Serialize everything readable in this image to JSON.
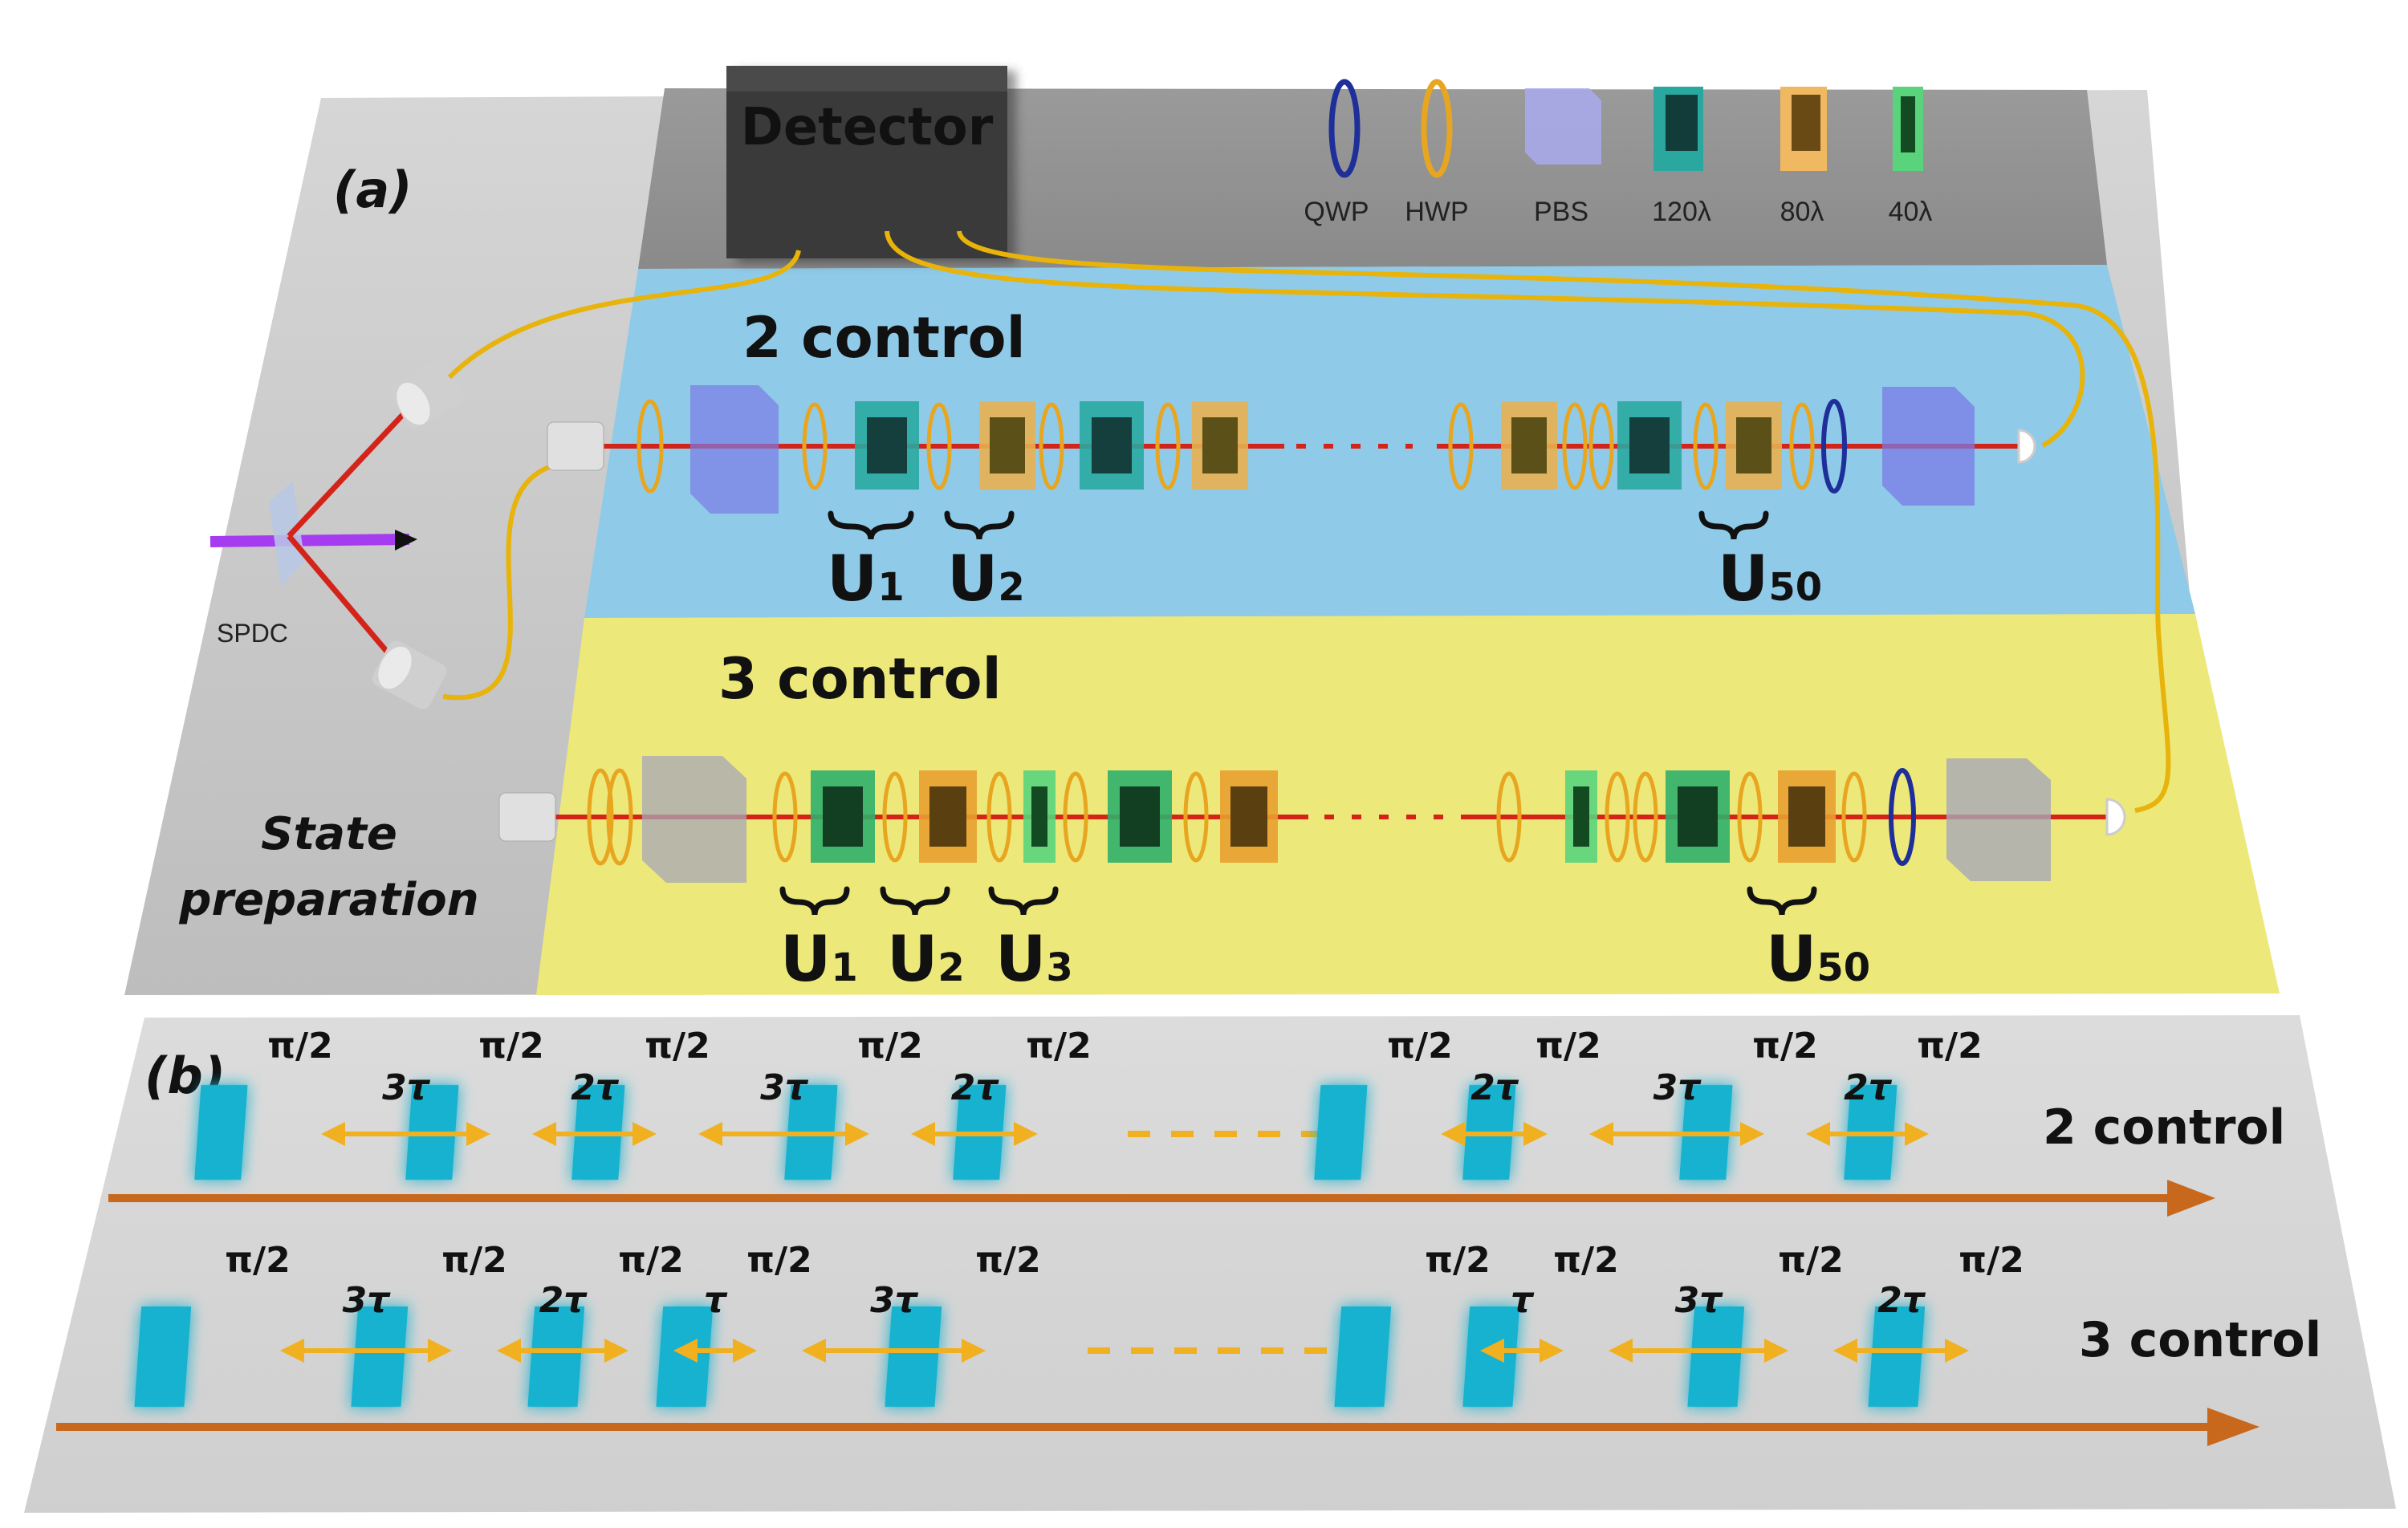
{
  "panel_a": {
    "label": "(a)",
    "detector": "Detector",
    "state_preparation_line1": "State",
    "state_preparation_line2": "preparation",
    "spdc": "SPDC",
    "legend": [
      {
        "label": "QWP",
        "color": "#1f2f9a"
      },
      {
        "label": "HWP",
        "color": "#e8a620"
      },
      {
        "label": "PBS",
        "color": "#8f8fe6"
      },
      {
        "label": "120λ",
        "color": "#2aa8a0"
      },
      {
        "label": "80λ",
        "color": "#e6a23c"
      },
      {
        "label": "40λ",
        "color": "#3cc06a"
      }
    ],
    "row2": {
      "title": "2 control",
      "labels": [
        {
          "u": "U",
          "sub": "1"
        },
        {
          "u": "U",
          "sub": "2"
        },
        {
          "u": "U",
          "sub": "50"
        }
      ]
    },
    "row3": {
      "title": "3 control",
      "labels": [
        {
          "u": "U",
          "sub": "1"
        },
        {
          "u": "U",
          "sub": "2"
        },
        {
          "u": "U",
          "sub": "3"
        },
        {
          "u": "U",
          "sub": "50"
        }
      ]
    }
  },
  "panel_b": {
    "label": "(b)",
    "row2": {
      "title": "2 control",
      "pulses": [
        "π/2",
        "π/2",
        "π/2",
        "π/2",
        "π/2",
        "π/2",
        "π/2",
        "π/2",
        "π/2"
      ],
      "gaps": [
        "3τ",
        "2τ",
        "3τ",
        "2τ",
        "2τ",
        "3τ",
        "2τ"
      ]
    },
    "row3": {
      "title": "3 control",
      "pulses": [
        "π/2",
        "π/2",
        "π/2",
        "π/2",
        "π/2",
        "π/2",
        "π/2",
        "π/2",
        "π/2"
      ],
      "gaps": [
        "3τ",
        "2τ",
        "τ",
        "3τ",
        "τ",
        "3τ",
        "2τ"
      ]
    }
  },
  "colors": {
    "blue_panel": "#8fcbe8",
    "yellow_panel": "#ece87a",
    "pulse": "#17b2cf",
    "arrow": "#c8681c",
    "beam": "#d4241a",
    "fiber": "#e8b30a"
  }
}
